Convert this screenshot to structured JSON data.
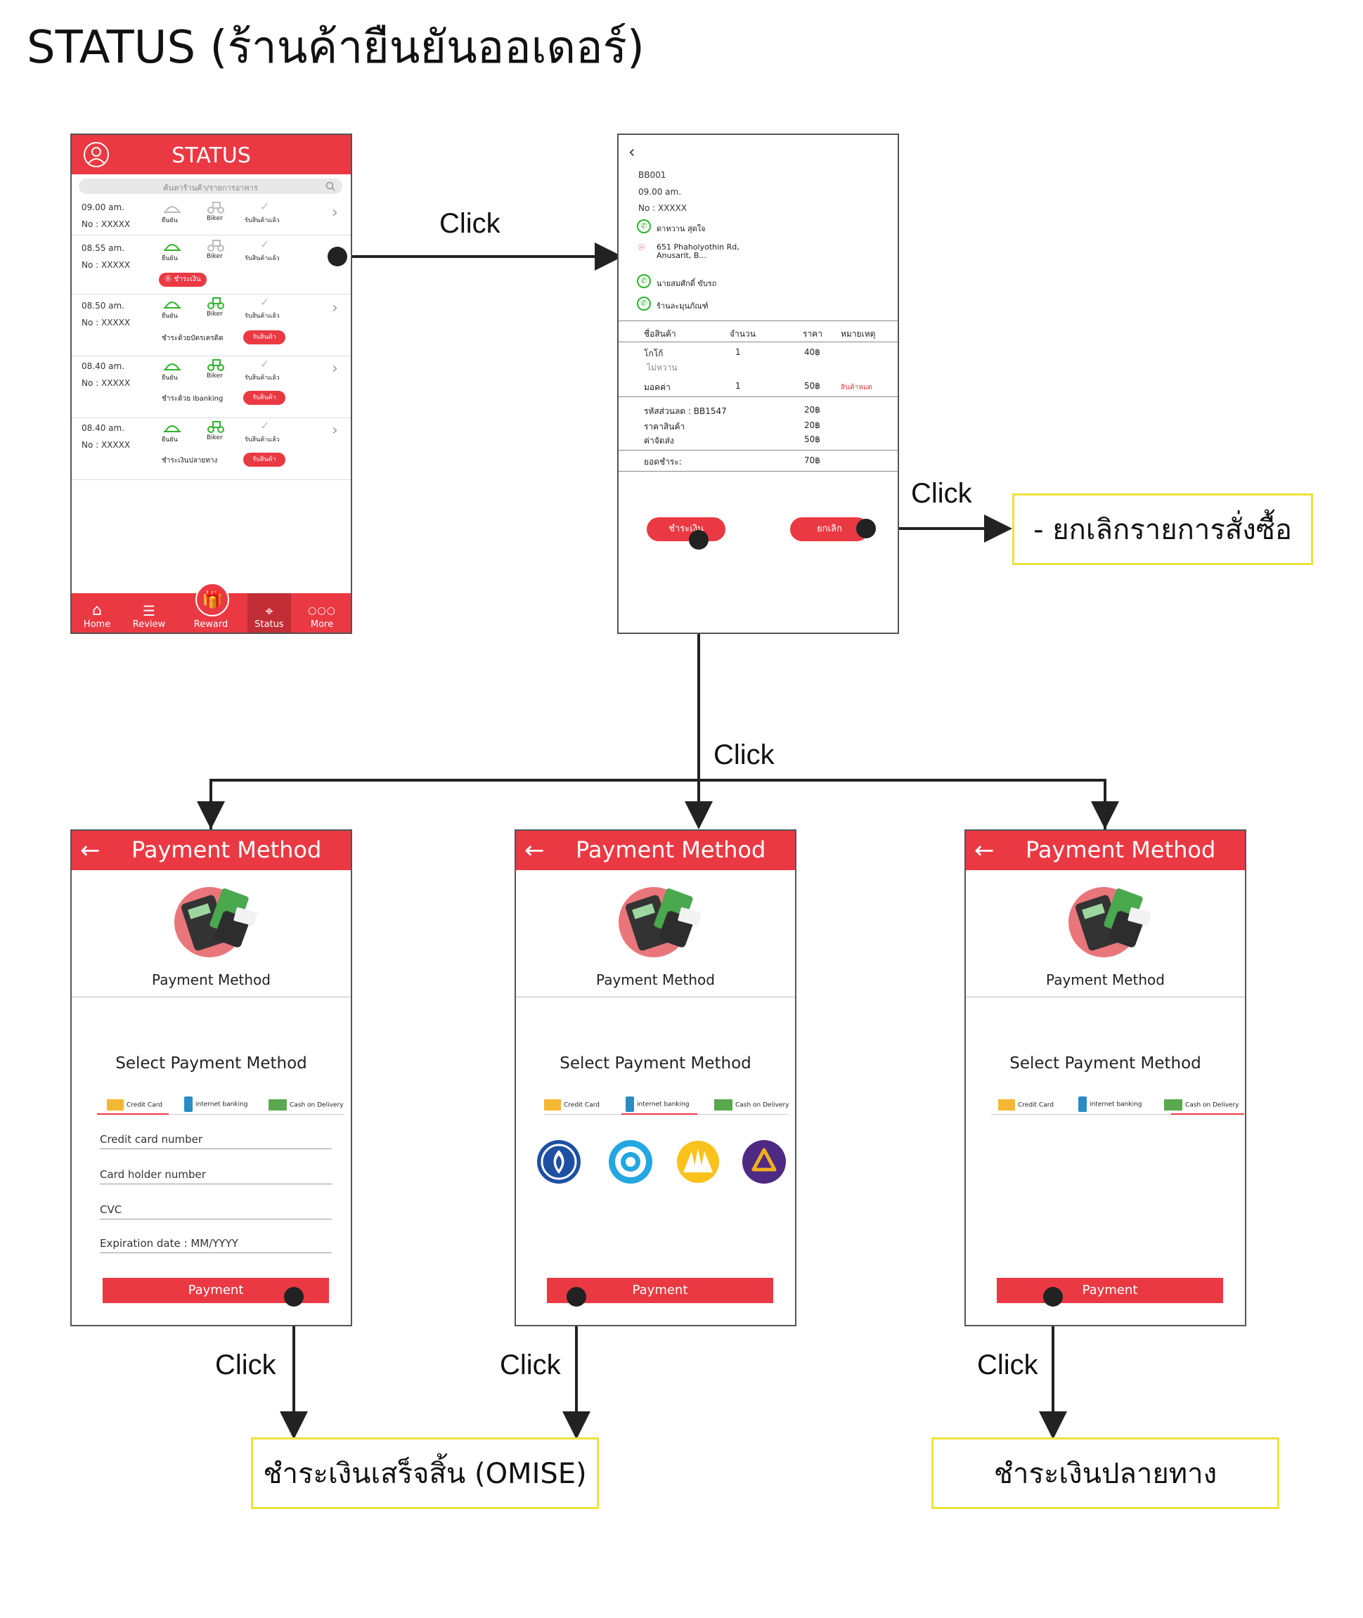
{
  "page_title": "STATUS (ร้านค้ายืนยันออเดอร์)",
  "click_label": "Click",
  "notes": {
    "cancel": "- ยกเลิกรายการสั่งซื้อ",
    "paid": "ชำระเงินเสร็จสิ้น (OMISE)",
    "cod": "ชำระเงินปลายทาง"
  },
  "status_screen": {
    "title": "STATUS",
    "search_placeholder": "ค้นหาร้านค้า/รายการอาหาร",
    "step_labels": [
      "ยืนยัน",
      "Biker",
      "รับสินค้าแล้ว"
    ],
    "pay_button": "ชำระเงิน",
    "received_button": "รับสินค้า",
    "orders": [
      {
        "time": "09.00 am.",
        "no": "No : XXXXX",
        "note": ""
      },
      {
        "time": "08.55 am.",
        "no": "No : XXXXX",
        "note": ""
      },
      {
        "time": "08.50 am.",
        "no": "No : XXXXX",
        "note": "ชำระด้วยบัตรเครดิต"
      },
      {
        "time": "08.40 am.",
        "no": "No : XXXXX",
        "note": "ชำระด้วย Ibanking"
      },
      {
        "time": "08.40 am.",
        "no": "No : XXXXX",
        "note": "ชำระเงินปลายทาง"
      }
    ],
    "nav": [
      "Home",
      "Review",
      "Reward",
      "Status",
      "More"
    ]
  },
  "detail_screen": {
    "order_id": "BB001",
    "time": "09.00 am.",
    "no": "No : XXXXX",
    "customer": "ดาหวาน สุดใจ",
    "address_line1": "651 Phaholyothin Rd,",
    "address_line2": "Anusarit, B...",
    "rider": "นายสมศักดิ์ ขับรถ",
    "shop": "ร้านละมุนภัณฑ์",
    "headers": [
      "ชื่อสินค้า",
      "จำนวน",
      "ราคา",
      "หมายเหตุ"
    ],
    "items": [
      {
        "name": "โกโก้",
        "sub": "ไม่หวาน",
        "qty": "1",
        "price": "40฿",
        "remark": ""
      },
      {
        "name": "มอคค่า",
        "sub": "",
        "qty": "1",
        "price": "50฿",
        "remark": "สินค้าหมด"
      }
    ],
    "discount_label": "รหัสส่วนลด : BB1547",
    "discount_value": "20฿",
    "subtotal_label": "ราคาสินค้า",
    "subtotal_value": "20฿",
    "shipping_label": "ค่าจัดส่ง",
    "shipping_value": "50฿",
    "total_label": "ยอดชำระ:",
    "total_value": "70฿",
    "pay_button": "ชำระเงิน",
    "cancel_button": "ยกเลิก"
  },
  "payment_screen": {
    "header": "Payment Method",
    "subtitle": "Payment Method",
    "select_label": "Select Payment Method",
    "tabs": [
      "Credit Card",
      "internet banking",
      "Cash on Delivery"
    ],
    "fields": [
      "Credit card number",
      "Card holder number",
      "CVC",
      "Expiration date : MM/YYYY"
    ],
    "button": "Payment",
    "banks": [
      "Bangkok Bank",
      "Krungthai Bank",
      "Krungsri Bank",
      "Siam Commercial Bank"
    ]
  },
  "colors": {
    "accent": "#ea3943",
    "note_border": "#eee23a",
    "green": "#2bb52b"
  }
}
